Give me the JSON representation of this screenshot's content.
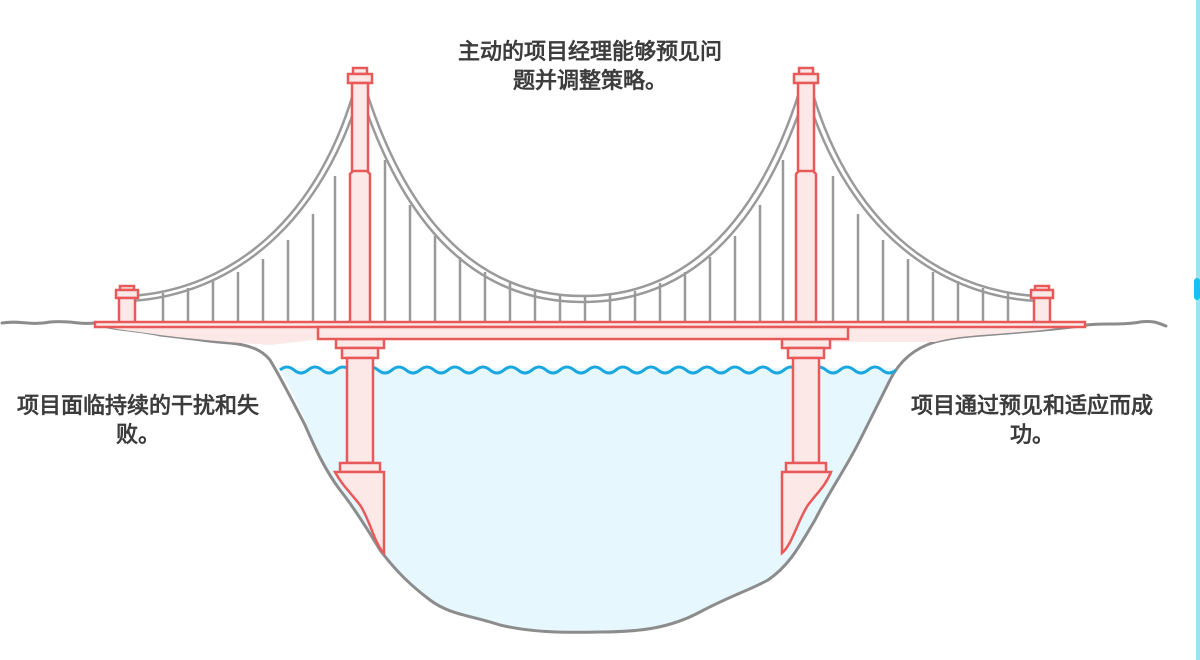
{
  "diagram": {
    "type": "suspension-bridge-metaphor",
    "labels": {
      "top": "主动的项目经理能够预见问题并调整策略。",
      "left": "项目面临持续的干扰和失败。",
      "right": "项目通过预见和适应而成功。"
    },
    "colors": {
      "structure_stroke": "#e8595a",
      "structure_fill": "#fde8e8",
      "cable": "#9a9a9a",
      "water_fill": "#e6f8fe",
      "water_wave": "#1aa7e0",
      "ground": "#8c8c8c",
      "text": "#3c3c3c"
    }
  }
}
